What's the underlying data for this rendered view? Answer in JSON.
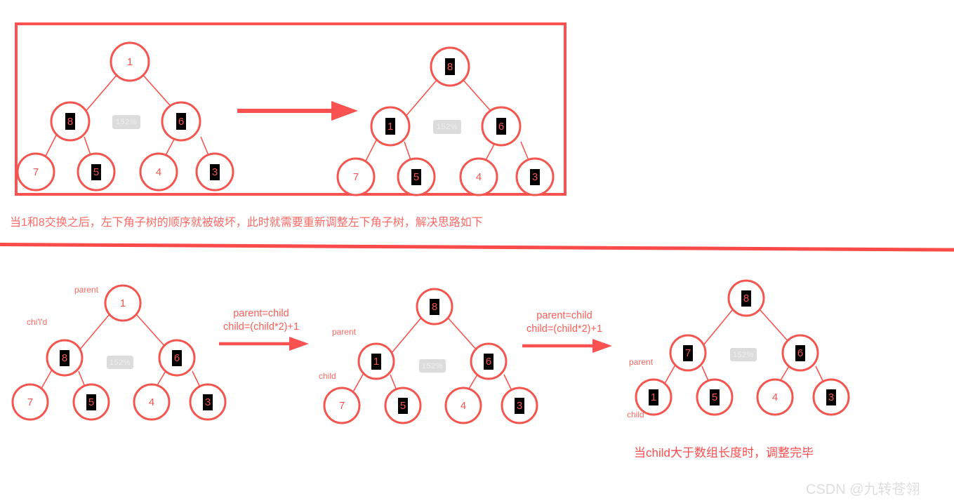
{
  "page": {
    "watermark": "CSDN @九转苍翎",
    "zoom_badge": "152%",
    "accent_color": "#fa5151",
    "node_text_color": "#f4554f",
    "highlight_bg_color": "#000000"
  },
  "top_panel": {
    "caption": "当1和8交换之后，左下角子树的顺序就被破坏，此时就需要重新调整左下角子树，解决思路如下",
    "trees": [
      {
        "id": "top-tree-before",
        "nodes": [
          {
            "pos": "root",
            "value": "1",
            "highlight": false
          },
          {
            "pos": "left",
            "value": "8",
            "highlight": true
          },
          {
            "pos": "right",
            "value": "6",
            "highlight": true
          },
          {
            "pos": "left-left",
            "value": "7",
            "highlight": false
          },
          {
            "pos": "left-right",
            "value": "5",
            "highlight": true
          },
          {
            "pos": "right-left",
            "value": "4",
            "highlight": false
          },
          {
            "pos": "right-right",
            "value": "3",
            "highlight": true
          }
        ]
      },
      {
        "id": "top-tree-after",
        "nodes": [
          {
            "pos": "root",
            "value": "8",
            "highlight": true
          },
          {
            "pos": "left",
            "value": "1",
            "highlight": true
          },
          {
            "pos": "right",
            "value": "6",
            "highlight": true
          },
          {
            "pos": "left-left",
            "value": "7",
            "highlight": false
          },
          {
            "pos": "left-right",
            "value": "5",
            "highlight": true
          },
          {
            "pos": "right-left",
            "value": "4",
            "highlight": false
          },
          {
            "pos": "right-right",
            "value": "3",
            "highlight": true
          }
        ]
      }
    ]
  },
  "bottom_panel": {
    "caption": "当child大于数组长度时，调整完毕",
    "formulas": [
      {
        "line1": "parent=child",
        "line2": "child=(child*2)+1"
      },
      {
        "line1": "parent=child",
        "line2": "child=(child*2)+1"
      }
    ],
    "trees": [
      {
        "id": "step-1",
        "nodes": [
          {
            "pos": "root",
            "value": "1",
            "highlight": false
          },
          {
            "pos": "left",
            "value": "8",
            "highlight": true
          },
          {
            "pos": "right",
            "value": "6",
            "highlight": true
          },
          {
            "pos": "left-left",
            "value": "7",
            "highlight": false
          },
          {
            "pos": "left-right",
            "value": "5",
            "highlight": true
          },
          {
            "pos": "right-left",
            "value": "4",
            "highlight": false
          },
          {
            "pos": "right-right",
            "value": "3",
            "highlight": true
          }
        ],
        "tags": [
          {
            "text": "parent",
            "target": "root"
          },
          {
            "text": "chi'l'd",
            "target": "left"
          }
        ]
      },
      {
        "id": "step-2",
        "nodes": [
          {
            "pos": "root",
            "value": "8",
            "highlight": true
          },
          {
            "pos": "left",
            "value": "1",
            "highlight": true
          },
          {
            "pos": "right",
            "value": "6",
            "highlight": true
          },
          {
            "pos": "left-left",
            "value": "7",
            "highlight": false
          },
          {
            "pos": "left-right",
            "value": "5",
            "highlight": true
          },
          {
            "pos": "right-left",
            "value": "4",
            "highlight": false
          },
          {
            "pos": "right-right",
            "value": "3",
            "highlight": true
          }
        ],
        "tags": [
          {
            "text": "parent",
            "target": "left"
          },
          {
            "text": "child",
            "target": "left-left"
          }
        ]
      },
      {
        "id": "step-3",
        "nodes": [
          {
            "pos": "root",
            "value": "8",
            "highlight": true
          },
          {
            "pos": "left",
            "value": "7",
            "highlight": true
          },
          {
            "pos": "right",
            "value": "6",
            "highlight": true
          },
          {
            "pos": "left-left",
            "value": "1",
            "highlight": true
          },
          {
            "pos": "left-right",
            "value": "5",
            "highlight": true
          },
          {
            "pos": "right-left",
            "value": "4",
            "highlight": false
          },
          {
            "pos": "right-right",
            "value": "3",
            "highlight": true
          }
        ],
        "tags": [
          {
            "text": "parent",
            "target": "left-left-above"
          },
          {
            "text": "child",
            "target": "left-left-below"
          }
        ]
      }
    ]
  }
}
